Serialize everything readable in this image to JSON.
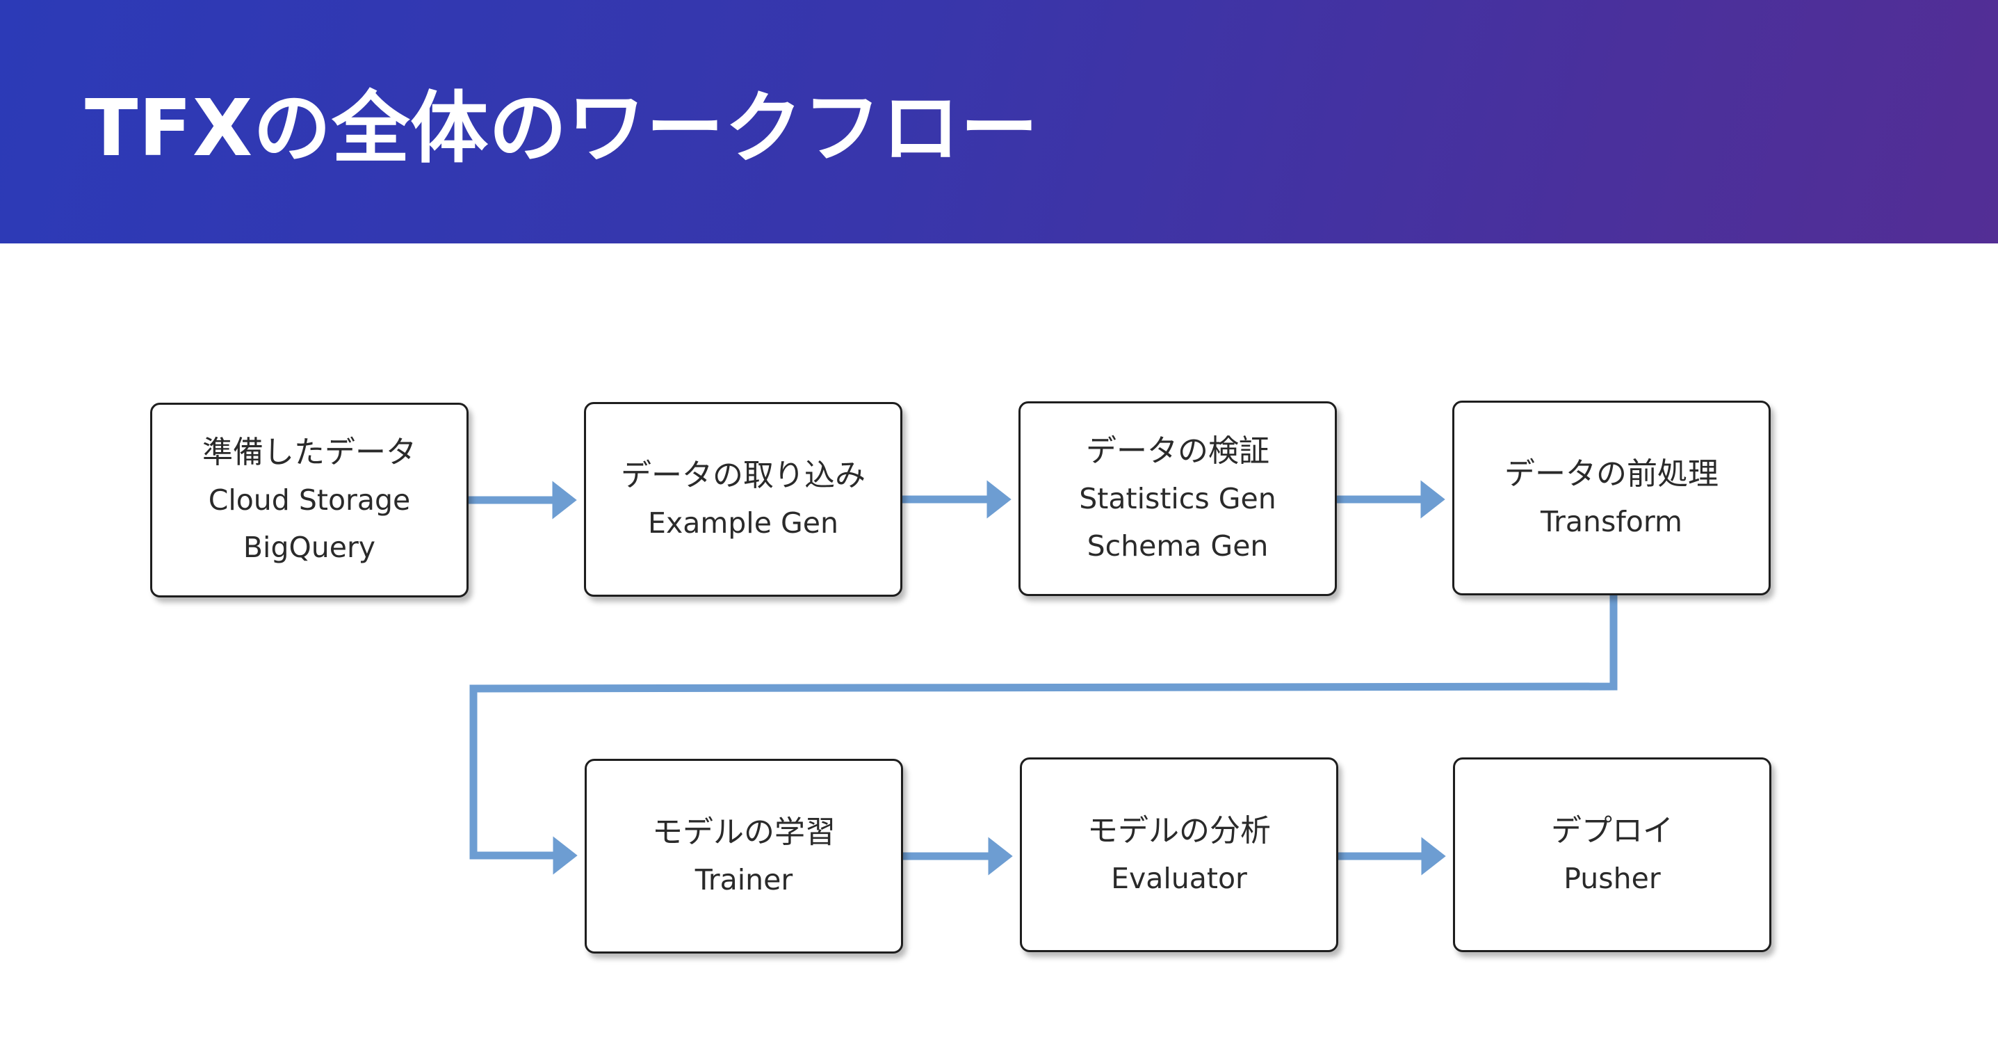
{
  "header": {
    "title": "TFXの全体のワークフロー"
  },
  "colors": {
    "header_gradient_start": "#2c3ab7",
    "header_gradient_end": "#532e95",
    "arrow": "#6d9dd2",
    "box_border": "#1e1e1e",
    "text": "#2a2a2a"
  },
  "workflow": {
    "steps": [
      {
        "title": "準備したデータ",
        "lines": [
          "Cloud Storage",
          "BigQuery"
        ]
      },
      {
        "title": "データの取り込み",
        "lines": [
          "Example Gen"
        ]
      },
      {
        "title": "データの検証",
        "lines": [
          "Statistics Gen",
          "Schema Gen"
        ]
      },
      {
        "title": "データの前処理",
        "lines": [
          "Transform"
        ]
      },
      {
        "title": "モデルの学習",
        "lines": [
          "Trainer"
        ]
      },
      {
        "title": "モデルの分析",
        "lines": [
          "Evaluator"
        ]
      },
      {
        "title": "デプロイ",
        "lines": [
          "Pusher"
        ]
      }
    ]
  }
}
